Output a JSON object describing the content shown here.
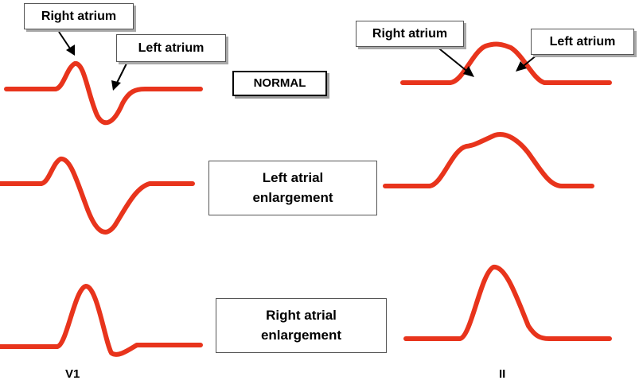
{
  "labels": {
    "right_atrium_v1": "Right atrium",
    "left_atrium_v1": "Left atrium",
    "right_atrium_ii": "Right atrium",
    "left_atrium_ii": "Left atrium",
    "normal": "NORMAL",
    "left_enlargement": "Left atrial enlargement",
    "right_enlargement": "Right atrial enlargement",
    "lead_v1": "V1",
    "lead_ii": "II"
  },
  "colors": {
    "waveform": "#e8341c",
    "arrow": "#000000",
    "box_border": "#555555"
  }
}
